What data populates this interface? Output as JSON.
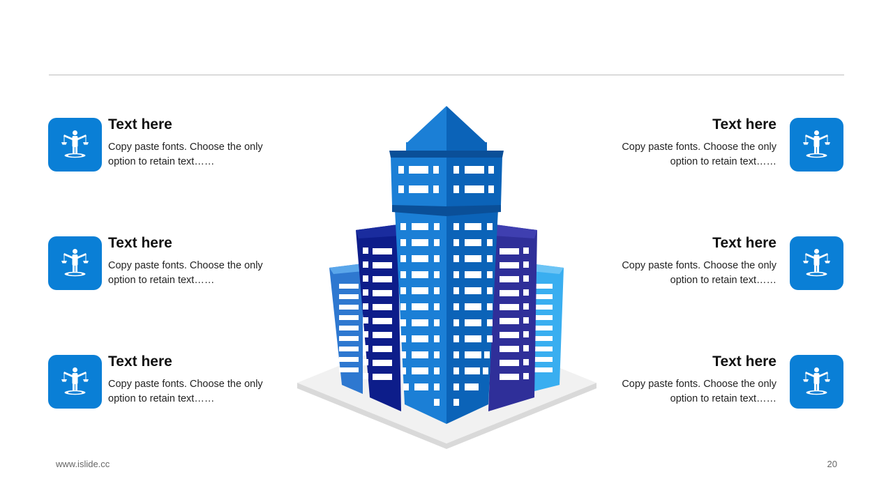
{
  "items_left": [
    {
      "title": "Text here",
      "body": "Copy paste fonts. Choose the only option to retain text……"
    },
    {
      "title": "Text here",
      "body": "Copy paste fonts. Choose the only option to retain text……"
    },
    {
      "title": "Text here",
      "body": "Copy paste fonts. Choose the only option to retain text……"
    }
  ],
  "items_right": [
    {
      "title": "Text here",
      "body": "Copy paste fonts. Choose the only option to retain text……"
    },
    {
      "title": "Text here",
      "body": "Copy paste fonts. Choose the only option to retain text……"
    },
    {
      "title": "Text here",
      "body": "Copy paste fonts. Choose the only option to retain text……"
    }
  ],
  "icon": "balance-person-icon",
  "footer": {
    "url": "www.islide.cc",
    "page_number": "20"
  },
  "colors": {
    "accent": "#0a7fd6",
    "navy": "#0d1d8a",
    "violet": "#2f2f99",
    "sky": "#39aef0",
    "tower": "#1b7fd6"
  }
}
